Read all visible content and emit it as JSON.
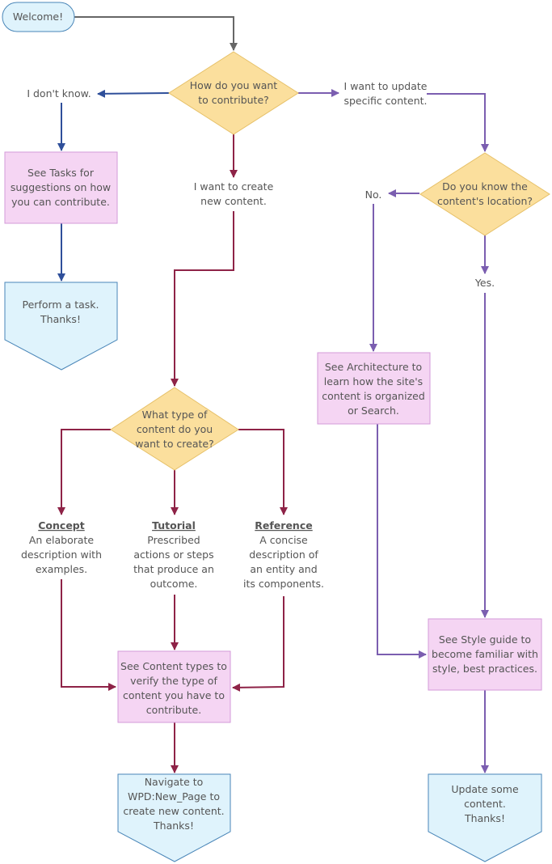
{
  "start": {
    "label": "Welcome!"
  },
  "q_contribute": {
    "line1": "How do you want",
    "line2": "to contribute?"
  },
  "lbl_dont_know": "I don't know.",
  "lbl_update": {
    "line1": "I want to update",
    "line2": "specific content."
  },
  "lbl_create": {
    "line1": "I want to create",
    "line2": "new content."
  },
  "box_tasks": {
    "pre": "See ",
    "bold": "Tasks",
    "post": " for",
    "line2": "suggestions on how",
    "line3": "you can contribute."
  },
  "end_task": {
    "line1": "Perform a task.",
    "line2": "Thanks!"
  },
  "q_location": {
    "line1": "Do you know the",
    "line2": "content's location?"
  },
  "lbl_no": "No.",
  "lbl_yes": "Yes.",
  "box_architecture": {
    "pre": "See ",
    "bold": "Architecture",
    "post": " to",
    "line2": "learn how the site's",
    "line3": "content is organized",
    "line4": "or Search."
  },
  "q_type": {
    "line1": "What type of",
    "line2": "content do you",
    "line3": "want to create?"
  },
  "concept": {
    "title": "Concept",
    "line1": "An elaborate",
    "line2": "description with",
    "line3": "examples."
  },
  "tutorial": {
    "title": "Tutorial",
    "line1": "Prescribed",
    "line2": "actions or steps",
    "line3": "that produce an",
    "line4": "outcome."
  },
  "reference": {
    "title": "Reference",
    "line1": "A concise",
    "line2": "description of",
    "line3": "an entity and",
    "line4": "its components."
  },
  "box_content_types": {
    "pre": "See ",
    "bold": "Content types",
    "post": " to",
    "line2": "verify the type of",
    "line3": "content you have to",
    "line4": "contribute."
  },
  "box_style_guide": {
    "pre": "See ",
    "bold": "Style guide",
    "post": " to",
    "line2": "become familiar with",
    "line3": "style, best practices."
  },
  "end_new_page": {
    "line1": "Navigate to",
    "bold": "WPD:New_Page",
    "post": " to",
    "line3": "create new content.",
    "line4": "Thanks!"
  },
  "end_update": {
    "line1": "Update some",
    "line2": "content.",
    "line3": "Thanks!"
  },
  "colors": {
    "rounded_fill": "#dff3fc",
    "rounded_stroke": "#4a86b8",
    "diamond_fill": "#fbdf9d",
    "diamond_stroke": "#e6c068",
    "box_fill": "#f5d5f3",
    "box_stroke": "#d39ad8",
    "gray": "#666666",
    "blue": "#2f4f9a",
    "red": "#8e2347",
    "purple": "#7b5eb0"
  }
}
